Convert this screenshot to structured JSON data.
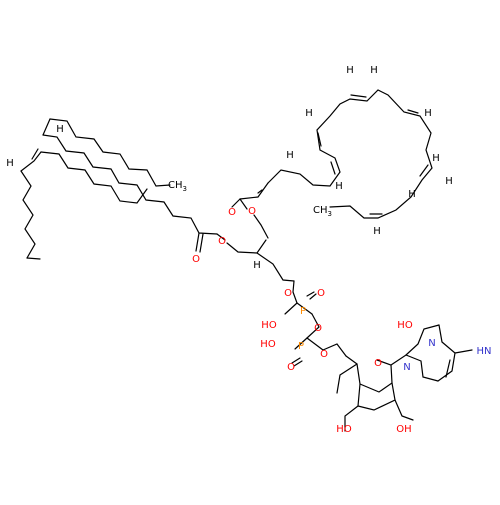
{
  "colors": {
    "bond": "#000000",
    "oxygen": "#ff0000",
    "nitrogen": "#3333cc",
    "phosphorus": "#ff8c00",
    "carbon_label": "#000000"
  },
  "atom_labels": {
    "ch3_top": "CH",
    "ch3_top_sub": "3",
    "ch3_mid": "CH",
    "ch3_mid_sub": "3",
    "h": "H",
    "o": "O",
    "p": "P",
    "n": "N",
    "ho": "HO",
    "oh": "OH",
    "hn": "HN"
  }
}
